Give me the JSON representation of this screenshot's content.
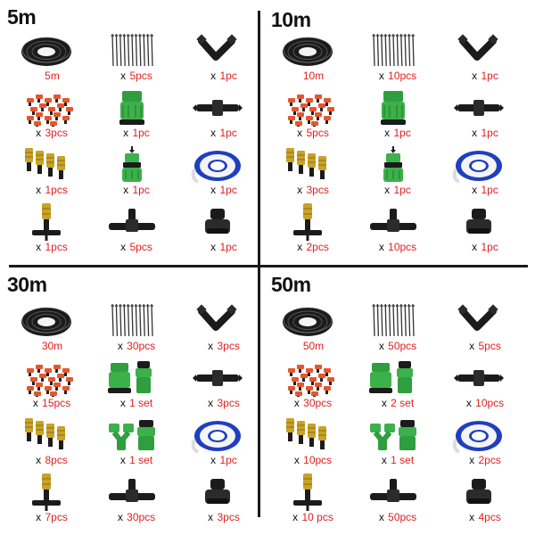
{
  "colors": {
    "label_red": "#e02020",
    "label_black": "#111111",
    "divider": "#1a1a1a",
    "fitting_green": "#3cb04a",
    "nozzle_brass": "#c9a227",
    "dripper_orange": "#e4572e",
    "tape_blue": "#1f3fbf"
  },
  "kits": [
    {
      "title": "5m",
      "items": [
        {
          "icon": "hose-coil-icon",
          "prefix": "",
          "qty": "5m"
        },
        {
          "icon": "ground-stakes-icon",
          "prefix": "x",
          "qty": "5pcs"
        },
        {
          "icon": "elbow-connector-icon",
          "prefix": "x",
          "qty": "1pc"
        },
        {
          "icon": "drippers-pile-icon",
          "prefix": "x",
          "qty": "3pcs"
        },
        {
          "icon": "tap-adapter-icon",
          "prefix": "x",
          "qty": "1pc"
        },
        {
          "icon": "straight-coupler-icon",
          "prefix": "x",
          "qty": "1pc"
        },
        {
          "icon": "mist-nozzles-icon",
          "prefix": "x",
          "qty": "1pcs"
        },
        {
          "icon": "quick-connector-icon",
          "prefix": "x",
          "qty": "1pc"
        },
        {
          "icon": "ptfe-tape-icon",
          "prefix": "x",
          "qty": "1pc"
        },
        {
          "icon": "nozzle-stake-icon",
          "prefix": "x",
          "qty": "1pcs"
        },
        {
          "icon": "tee-connector-icon",
          "prefix": "x",
          "qty": "5pcs"
        },
        {
          "icon": "end-plug-icon",
          "prefix": "x",
          "qty": "1pc"
        }
      ]
    },
    {
      "title": "10m",
      "items": [
        {
          "icon": "hose-coil-icon",
          "prefix": "",
          "qty": "10m"
        },
        {
          "icon": "ground-stakes-icon",
          "prefix": "x",
          "qty": "10pcs"
        },
        {
          "icon": "elbow-connector-icon",
          "prefix": "x",
          "qty": "1pc"
        },
        {
          "icon": "drippers-pile-icon",
          "prefix": "x",
          "qty": "5pcs"
        },
        {
          "icon": "tap-adapter-icon",
          "prefix": "x",
          "qty": "1pc"
        },
        {
          "icon": "straight-coupler-icon",
          "prefix": "x",
          "qty": "1pc"
        },
        {
          "icon": "mist-nozzles-icon",
          "prefix": "x",
          "qty": "3pcs"
        },
        {
          "icon": "quick-connector-icon",
          "prefix": "x",
          "qty": "1pc"
        },
        {
          "icon": "ptfe-tape-icon",
          "prefix": "x",
          "qty": "1pc"
        },
        {
          "icon": "nozzle-stake-icon",
          "prefix": "x",
          "qty": "2pcs"
        },
        {
          "icon": "tee-connector-icon",
          "prefix": "x",
          "qty": "10pcs"
        },
        {
          "icon": "end-plug-icon",
          "prefix": "x",
          "qty": "1pc"
        }
      ]
    },
    {
      "title": "30m",
      "items": [
        {
          "icon": "hose-coil-icon",
          "prefix": "",
          "qty": "30m"
        },
        {
          "icon": "ground-stakes-icon",
          "prefix": "x",
          "qty": "30pcs"
        },
        {
          "icon": "elbow-connector-icon",
          "prefix": "x",
          "qty": "3pcs"
        },
        {
          "icon": "drippers-pile-icon",
          "prefix": "x",
          "qty": "15pcs"
        },
        {
          "icon": "tap-adapter-set-icon",
          "prefix": "x",
          "qty": "1 set"
        },
        {
          "icon": "straight-coupler-icon",
          "prefix": "x",
          "qty": "3pcs"
        },
        {
          "icon": "mist-nozzles-icon",
          "prefix": "x",
          "qty": "8pcs"
        },
        {
          "icon": "y-splitter-icon",
          "prefix": "x",
          "qty": "1 set"
        },
        {
          "icon": "ptfe-tape-icon",
          "prefix": "x",
          "qty": "1pc"
        },
        {
          "icon": "nozzle-stake-icon",
          "prefix": "x",
          "qty": "7pcs"
        },
        {
          "icon": "tee-connector-icon",
          "prefix": "x",
          "qty": "30pcs"
        },
        {
          "icon": "end-plug-icon",
          "prefix": "x",
          "qty": "3pcs"
        }
      ]
    },
    {
      "title": "50m",
      "items": [
        {
          "icon": "hose-coil-icon",
          "prefix": "",
          "qty": "50m"
        },
        {
          "icon": "ground-stakes-icon",
          "prefix": "x",
          "qty": "50pcs"
        },
        {
          "icon": "elbow-connector-icon",
          "prefix": "x",
          "qty": "5pcs"
        },
        {
          "icon": "drippers-pile-icon",
          "prefix": "x",
          "qty": "30pcs"
        },
        {
          "icon": "tap-adapter-set-icon",
          "prefix": "x",
          "qty": "2 set"
        },
        {
          "icon": "straight-coupler-icon",
          "prefix": "x",
          "qty": "10pcs"
        },
        {
          "icon": "mist-nozzles-icon",
          "prefix": "x",
          "qty": "10pcs"
        },
        {
          "icon": "y-splitter-icon",
          "prefix": "x",
          "qty": "1 set"
        },
        {
          "icon": "ptfe-tape-icon",
          "prefix": "x",
          "qty": "2pcs"
        },
        {
          "icon": "nozzle-stake-icon",
          "prefix": "x",
          "qty": "10 pcs"
        },
        {
          "icon": "tee-connector-icon",
          "prefix": "x",
          "qty": "50pcs"
        },
        {
          "icon": "end-plug-icon",
          "prefix": "x",
          "qty": "4pcs"
        }
      ]
    }
  ]
}
